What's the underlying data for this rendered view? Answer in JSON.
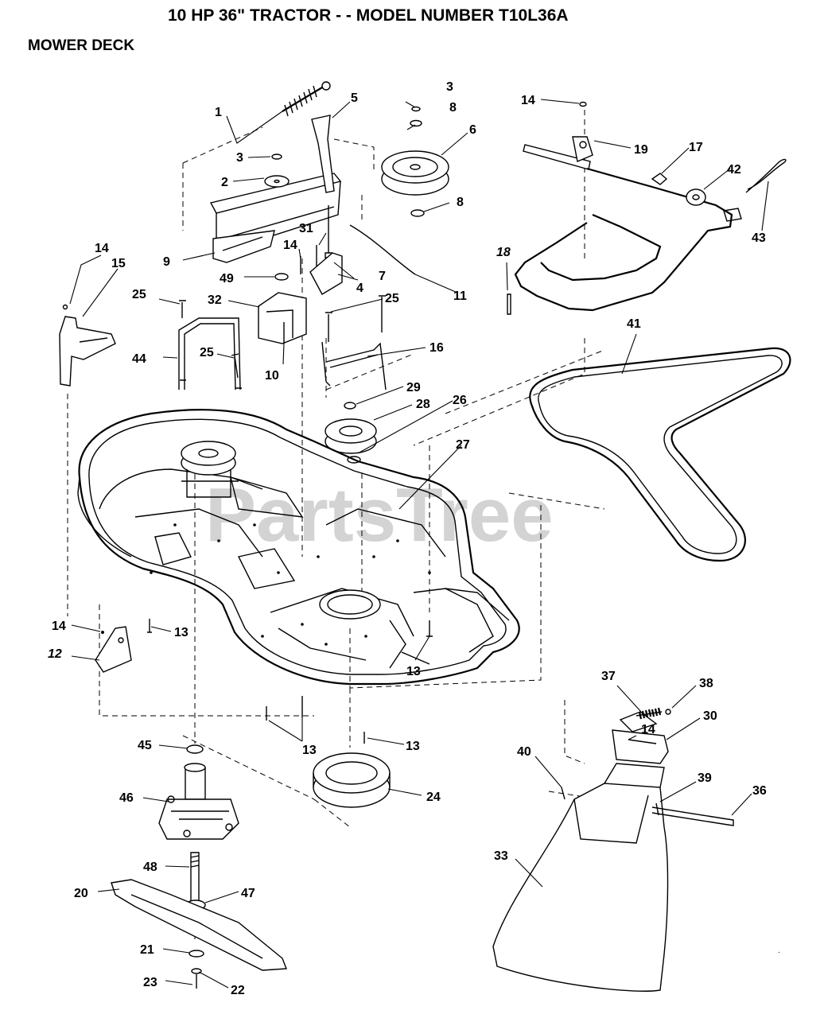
{
  "header": {
    "title": "10 HP 36\" TRACTOR  - - MODEL NUMBER T10L36A",
    "section": "MOWER DECK"
  },
  "watermark": "PartsTree",
  "callouts": [
    {
      "id": "c1",
      "label": "1"
    },
    {
      "id": "c2",
      "label": "2"
    },
    {
      "id": "c3a",
      "label": "3"
    },
    {
      "id": "c3b",
      "label": "3"
    },
    {
      "id": "c4",
      "label": "4"
    },
    {
      "id": "c5",
      "label": "5"
    },
    {
      "id": "c6",
      "label": "6"
    },
    {
      "id": "c7",
      "label": "7"
    },
    {
      "id": "c8a",
      "label": "8"
    },
    {
      "id": "c8b",
      "label": "8"
    },
    {
      "id": "c9",
      "label": "9"
    },
    {
      "id": "c10",
      "label": "10"
    },
    {
      "id": "c11",
      "label": "11"
    },
    {
      "id": "c12",
      "label": "12"
    },
    {
      "id": "c13a",
      "label": "13"
    },
    {
      "id": "c13b",
      "label": "13"
    },
    {
      "id": "c13c",
      "label": "13"
    },
    {
      "id": "c13d",
      "label": "13"
    },
    {
      "id": "c14a",
      "label": "14"
    },
    {
      "id": "c14b",
      "label": "14"
    },
    {
      "id": "c14c",
      "label": "14"
    },
    {
      "id": "c14d",
      "label": "14"
    },
    {
      "id": "c14e",
      "label": "14"
    },
    {
      "id": "c15",
      "label": "15"
    },
    {
      "id": "c16",
      "label": "16"
    },
    {
      "id": "c17",
      "label": "17"
    },
    {
      "id": "c18",
      "label": "18"
    },
    {
      "id": "c19",
      "label": "19"
    },
    {
      "id": "c20",
      "label": "20"
    },
    {
      "id": "c21",
      "label": "21"
    },
    {
      "id": "c22",
      "label": "22"
    },
    {
      "id": "c23",
      "label": "23"
    },
    {
      "id": "c24",
      "label": "24"
    },
    {
      "id": "c25a",
      "label": "25"
    },
    {
      "id": "c25b",
      "label": "25"
    },
    {
      "id": "c25c",
      "label": "25"
    },
    {
      "id": "c26",
      "label": "26"
    },
    {
      "id": "c27",
      "label": "27"
    },
    {
      "id": "c28",
      "label": "28"
    },
    {
      "id": "c29",
      "label": "29"
    },
    {
      "id": "c30",
      "label": "30"
    },
    {
      "id": "c31",
      "label": "31"
    },
    {
      "id": "c32",
      "label": "32"
    },
    {
      "id": "c33",
      "label": "33"
    },
    {
      "id": "c36",
      "label": "36"
    },
    {
      "id": "c37",
      "label": "37"
    },
    {
      "id": "c38",
      "label": "38"
    },
    {
      "id": "c39",
      "label": "39"
    },
    {
      "id": "c40",
      "label": "40"
    },
    {
      "id": "c41",
      "label": "41"
    },
    {
      "id": "c42",
      "label": "42"
    },
    {
      "id": "c43",
      "label": "43"
    },
    {
      "id": "c44",
      "label": "44"
    },
    {
      "id": "c45",
      "label": "45"
    },
    {
      "id": "c46",
      "label": "46"
    },
    {
      "id": "c47",
      "label": "47"
    },
    {
      "id": "c48",
      "label": "48"
    },
    {
      "id": "c49",
      "label": "49"
    }
  ]
}
